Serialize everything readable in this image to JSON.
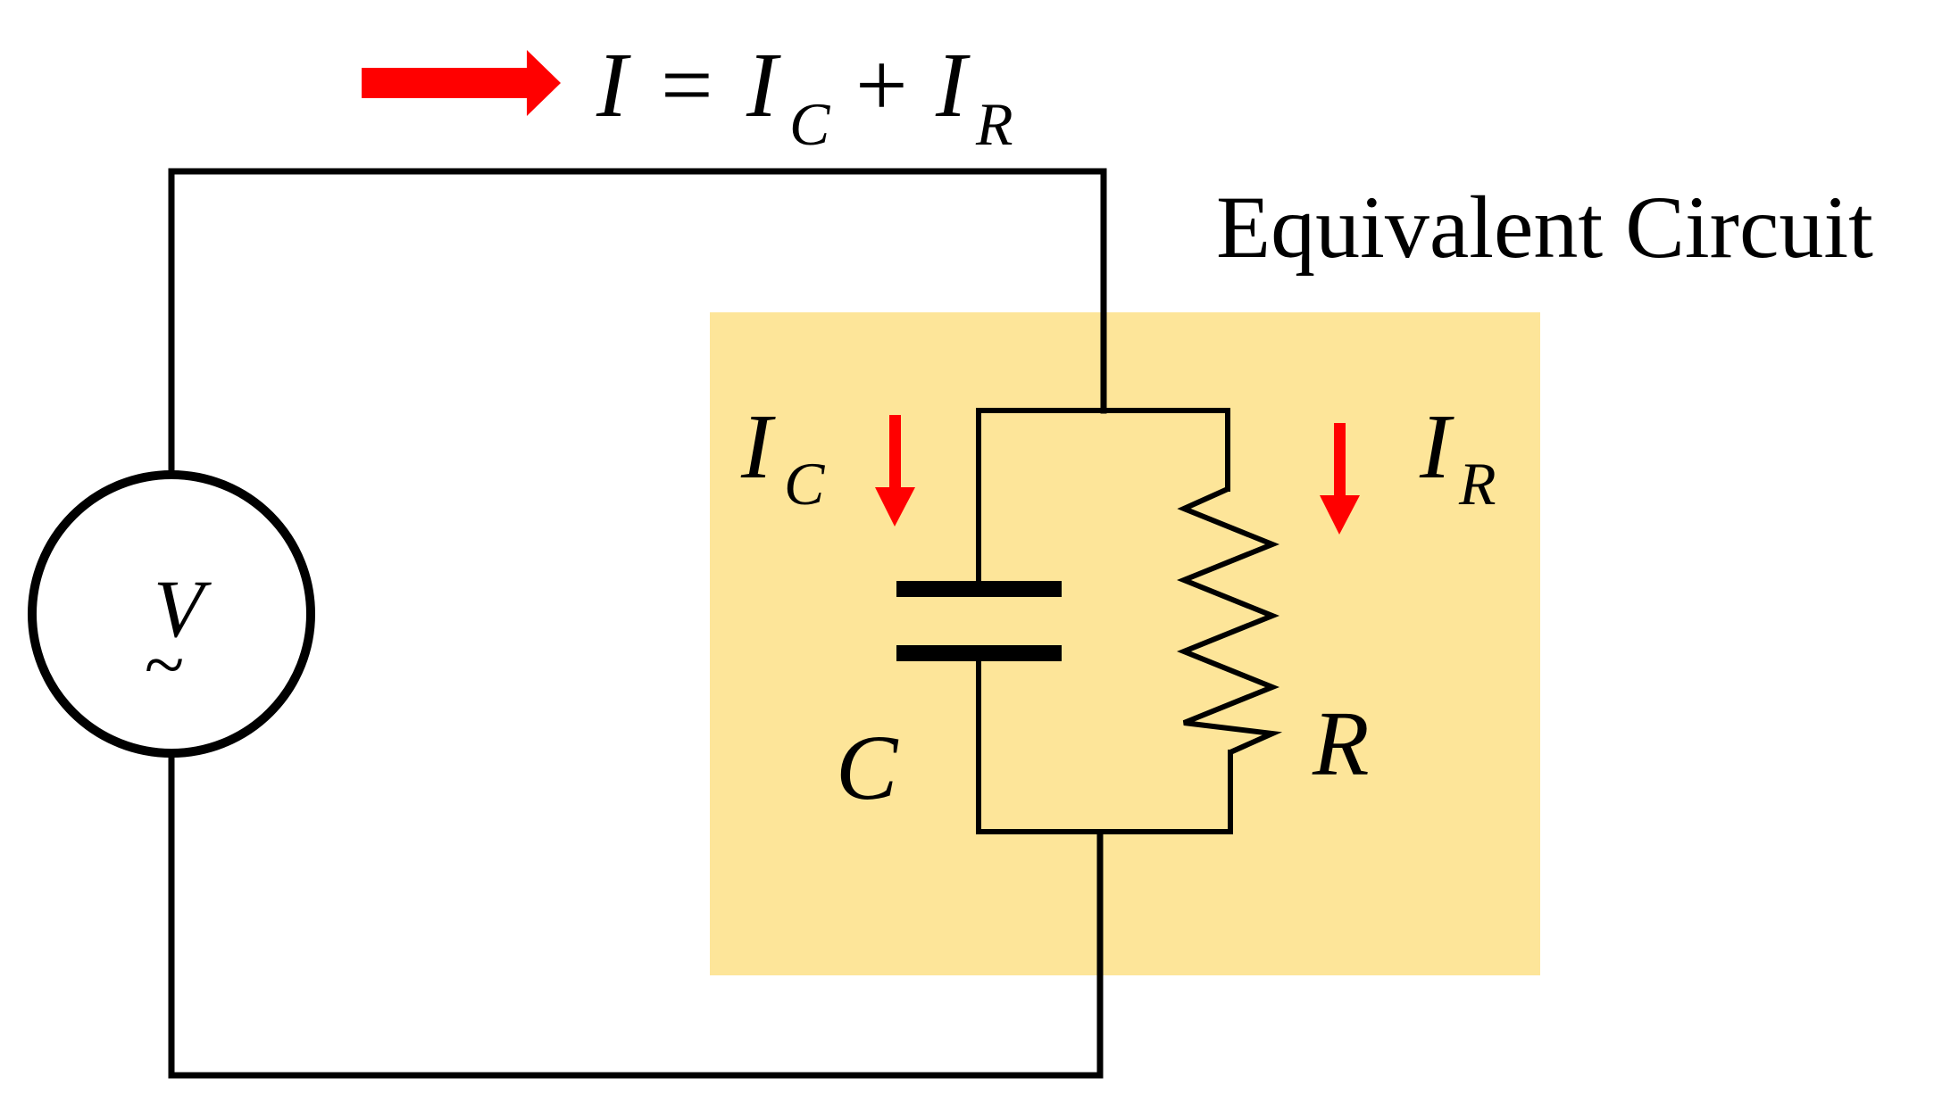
{
  "title": "Equivalent Circuit",
  "total_current": {
    "lhs": "I",
    "equals": "=",
    "term1_main": "I",
    "term1_sub": "C",
    "plus": "+",
    "term2_main": "I",
    "term2_sub": "R"
  },
  "branch_currents": {
    "capacitor": {
      "main": "I",
      "sub": "C"
    },
    "resistor": {
      "main": "I",
      "sub": "R"
    }
  },
  "components": {
    "source_symbol": "V",
    "source_ac_mark": "~",
    "capacitor_label": "C",
    "resistor_label": "R"
  },
  "colors": {
    "wire": "#000000",
    "arrow": "#ff0000",
    "highlight_box": "#fde599",
    "background": "#ffffff",
    "text": "#000000"
  }
}
